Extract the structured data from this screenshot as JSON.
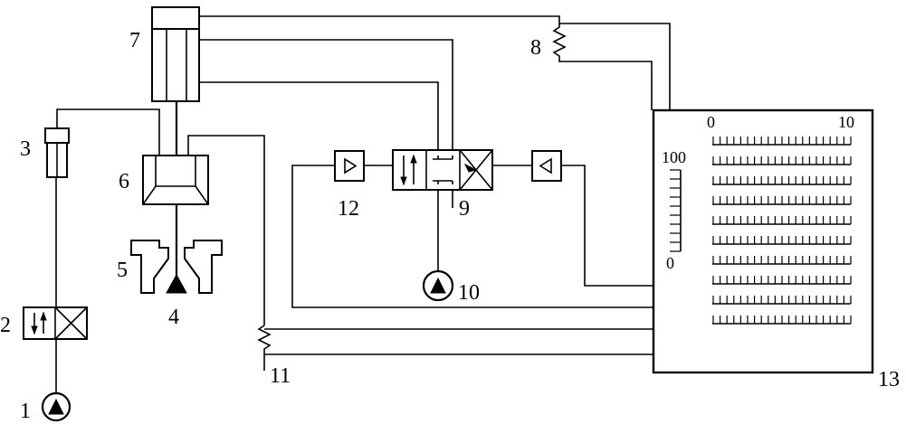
{
  "labels": {
    "n1": "1",
    "n2": "2",
    "n3": "3",
    "n4": "4",
    "n5": "5",
    "n6": "6",
    "n7": "7",
    "n8": "8",
    "n9": "9",
    "n10": "10",
    "n11": "11",
    "n12": "12",
    "n13": "13"
  },
  "scale": {
    "top_min": "0",
    "top_max": "10",
    "side_max": "100",
    "side_min": "0"
  }
}
